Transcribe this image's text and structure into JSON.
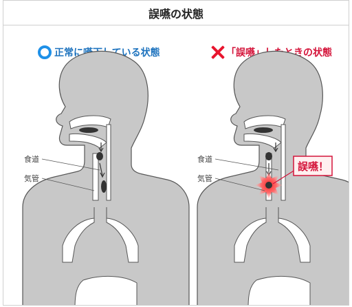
{
  "title": "誤嚥の状態",
  "normal": {
    "heading": "正常に嚥下している状態",
    "mark_icon": "blue-circle-icon",
    "labels": {
      "esophagus": "食道",
      "trachea": "気管"
    }
  },
  "aspiration": {
    "heading": "「誤嚥」したときの状態",
    "mark_icon": "red-cross-icon",
    "labels": {
      "esophagus": "食道",
      "trachea": "気管"
    },
    "alert": "誤嚥！"
  },
  "colors": {
    "body": "#c8c8c8",
    "outline": "#555555",
    "mark_blue": "#1e90e8",
    "mark_red": "#e8152e",
    "alert_red": "#d4143a"
  }
}
